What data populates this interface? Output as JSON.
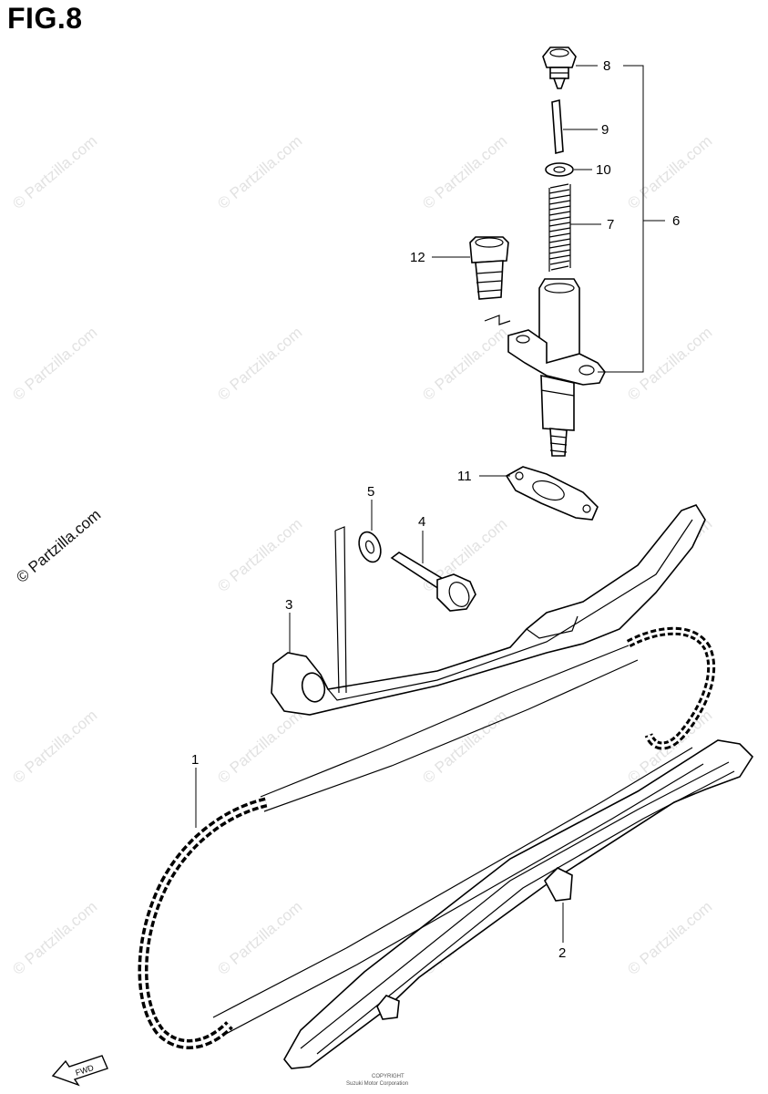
{
  "figure": {
    "title": "FIG.8"
  },
  "watermark": {
    "text": "© Partzilla.com"
  },
  "callouts": {
    "c1": "1",
    "c2": "2",
    "c3": "3",
    "c4": "4",
    "c5": "5",
    "c6": "6",
    "c7": "7",
    "c8": "8",
    "c9": "9",
    "c10": "10",
    "c11": "11",
    "c12": "12"
  },
  "direction_arrow": {
    "label": "FWD"
  },
  "footer": {
    "copyright_line1": "COPYRIGHT",
    "copyright_line2": "Suzuki Motor Corporation"
  },
  "icons": {
    "arrow": "front-direction-arrow-icon"
  }
}
